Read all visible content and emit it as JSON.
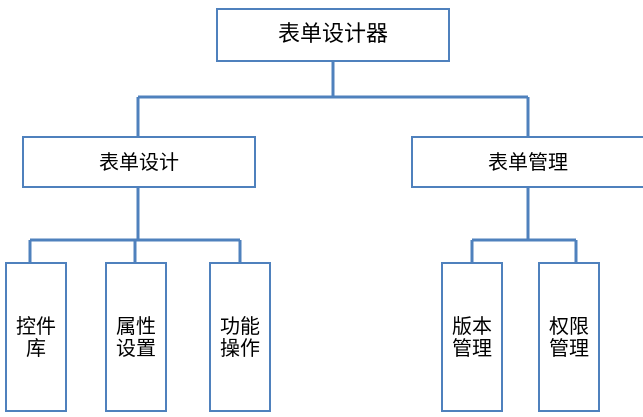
{
  "diagram": {
    "type": "org-tree",
    "accent_color": "#4f81bd",
    "background": "#ffffff",
    "root": {
      "label": "表单设计器"
    },
    "level2": [
      {
        "label": "表单设计"
      },
      {
        "label": "表单管理"
      }
    ],
    "level3_left": [
      {
        "label": "控件\n库"
      },
      {
        "label": "属性\n设置"
      },
      {
        "label": "功能\n操作"
      }
    ],
    "level3_right": [
      {
        "label": "版本\n管理"
      },
      {
        "label": "权限\n管理"
      }
    ]
  }
}
